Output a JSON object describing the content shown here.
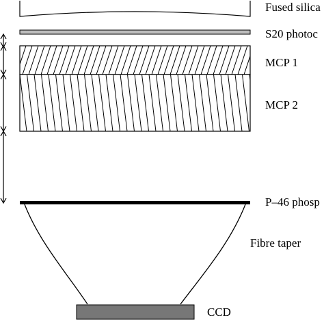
{
  "labels": {
    "window": "Fused silica",
    "photocathode": "S20 photoc",
    "mcp1": "MCP 1",
    "mcp2": "MCP 2",
    "phosphor": "P–46 phosp",
    "taper": "Fibre taper",
    "ccd": "CCD"
  },
  "colors": {
    "line": "#000000",
    "photocathode_fill": "#bdbdbd",
    "ccd_fill": "#777777",
    "background": "#ffffff"
  }
}
